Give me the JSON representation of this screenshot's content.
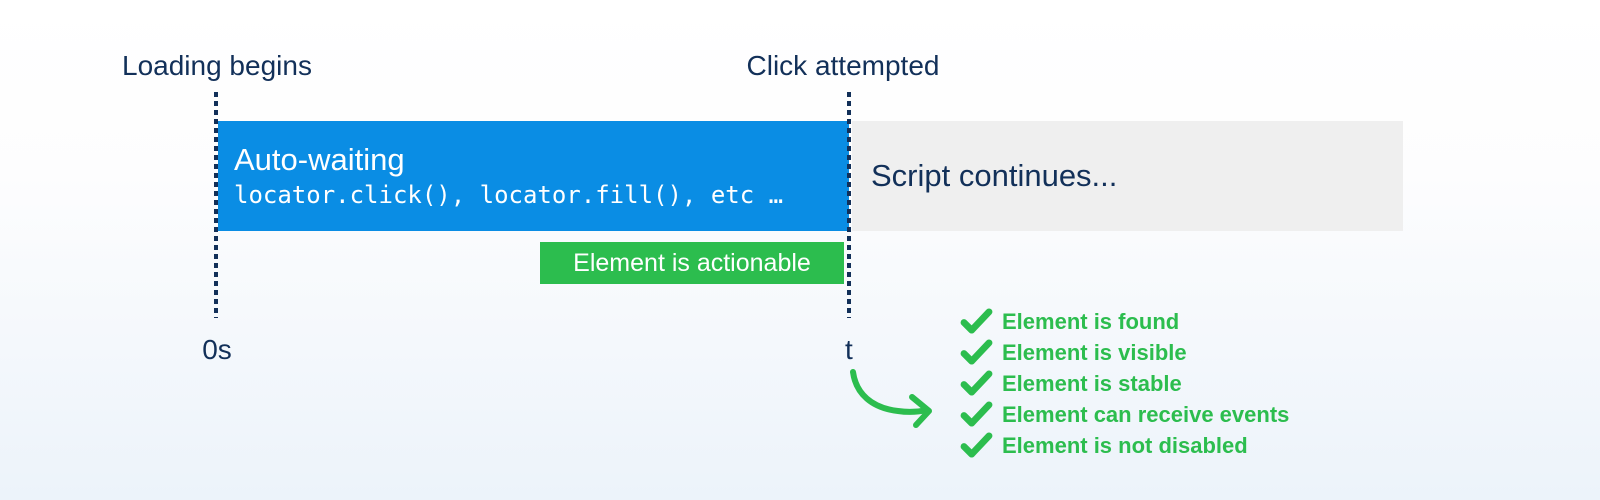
{
  "timeline": {
    "loading_label": "Loading begins",
    "click_label": "Click attempted",
    "start_tick": "0s",
    "end_tick": "t",
    "auto_waiting": {
      "title": "Auto-waiting",
      "code": "locator.click(), locator.fill(), etc …"
    },
    "script_continues": "Script continues...",
    "actionable_badge": "Element is actionable"
  },
  "checklist": {
    "items": [
      "Element is found",
      "Element is visible",
      "Element is stable",
      "Element can receive events",
      "Element is not disabled"
    ]
  },
  "icons": {
    "checkmark": "checkmark-icon",
    "curved_arrow": "curved-arrow-icon"
  },
  "colors": {
    "accent_blue": "#0a8de4",
    "success_green": "#2cbd4e",
    "navy": "#123059",
    "bar_gray": "#efefef",
    "bg_bottom": "#ecf3fa"
  }
}
